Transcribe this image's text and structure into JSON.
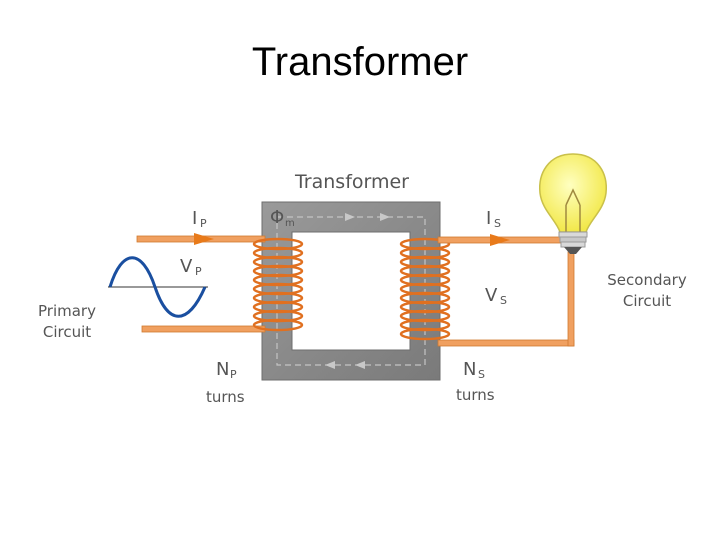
{
  "slide": {
    "title": "Transformer"
  },
  "diagram": {
    "header": "Transformer",
    "flux": {
      "symbol": "Φ",
      "subscript": "m"
    },
    "primary_current": {
      "symbol": "I",
      "subscript": "P"
    },
    "primary_voltage": {
      "symbol": "V",
      "subscript": "P"
    },
    "secondary_current": {
      "symbol": "I",
      "subscript": "S"
    },
    "secondary_voltage": {
      "symbol": "V",
      "subscript": "S"
    },
    "primary_turns": {
      "symbol": "N",
      "subscript": "P",
      "word": "turns"
    },
    "secondary_turns": {
      "symbol": "N",
      "subscript": "S",
      "word": "turns"
    },
    "primary_circuit": {
      "line1": "Primary",
      "line2": "Circuit"
    },
    "secondary_circuit": {
      "line1": "Secondary",
      "line2": "Circuit"
    },
    "colors": {
      "wire": "#f0a060",
      "coil": "#e07020",
      "core": "#8c8c8c",
      "arrow": "#e87a1a",
      "wave": "#1a4fa0",
      "bulb": "#f5f06a",
      "label": "#555555"
    }
  }
}
